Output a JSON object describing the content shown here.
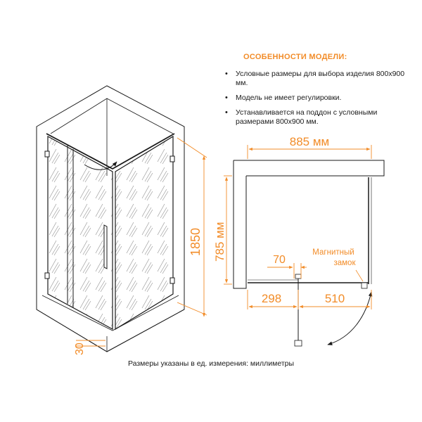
{
  "features": {
    "title": "ОСОБЕННОСТИ МОДЕЛИ:",
    "items": [
      "Условные размеры для выбора изделия 800х900 мм.",
      "Модель не имеет регулировки.",
      "Устанавливается на поддон с условными размерами 800х900 мм."
    ]
  },
  "dimensions": {
    "height": "1850",
    "tray_height": "30",
    "width_top": "885 мм",
    "depth_side": "785 мм",
    "offset_70": "70",
    "door_298": "298",
    "door_510": "510"
  },
  "labels": {
    "magnetic_lock_line1": "Магнитный",
    "magnetic_lock_line2": "замок"
  },
  "footer": {
    "units_note": "Размеры указаны в ед. измерения: миллиметры"
  },
  "colors": {
    "accent": "#f28c28",
    "line": "#1a1a1a"
  }
}
